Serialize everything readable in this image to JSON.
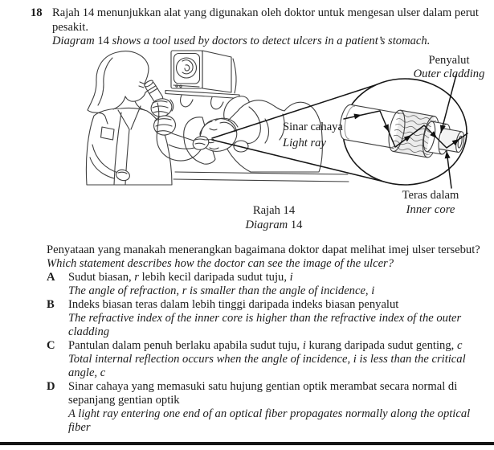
{
  "page": {
    "number": "18"
  },
  "intro": {
    "my": "Rajah 14 menunjukkan alat yang digunakan oleh doktor untuk mengesan ulser dalam perut pesakit.",
    "en_segments": [
      {
        "t": "Diagram",
        "em": true
      },
      {
        "t": " 14 "
      },
      {
        "t": "shows a tool used by doctors to detect ulcers in a patient’s stomach.",
        "em": true
      }
    ]
  },
  "diagram": {
    "labels": {
      "cladding_my": "Penyalut",
      "cladding_en": "Outer cladding",
      "ray_my": "Sinar cahaya",
      "ray_en": "Light ray",
      "core_my": "Teras dalam",
      "core_en": "Inner core"
    },
    "caption_my": "Rajah 14",
    "caption_en_segments": [
      {
        "t": "Diagram",
        "em": true
      },
      {
        "t": " 14"
      }
    ]
  },
  "question": {
    "my": "Penyataan yang manakah menerangkan bagaimana doktor dapat melihat imej ulser tersebut?",
    "en": "Which statement describes how the doctor can see the image of the ulcer?",
    "options": [
      {
        "letter": "A",
        "my_segments": [
          {
            "t": "Sudut biasan, "
          },
          {
            "t": "r",
            "em": true
          },
          {
            "t": " lebih kecil daripada sudut tuju, "
          },
          {
            "t": "i",
            "em": true
          }
        ],
        "en": "The angle of refraction, r is smaller than the angle of incidence, i"
      },
      {
        "letter": "B",
        "my_segments": [
          {
            "t": "Indeks biasan teras dalam lebih tinggi daripada indeks biasan penyalut"
          }
        ],
        "en": "The refractive index of the inner core is higher than the refractive index of the outer cladding"
      },
      {
        "letter": "C",
        "my_segments": [
          {
            "t": "Pantulan dalam penuh berlaku apabila sudut tuju, "
          },
          {
            "t": "i",
            "em": true
          },
          {
            "t": " kurang daripada sudut genting, "
          },
          {
            "t": "c",
            "em": true
          }
        ],
        "en": "Total internal reflection occurs when the angle of incidence, i is less than the critical angle, c"
      },
      {
        "letter": "D",
        "my_segments": [
          {
            "t": "Sinar cahaya yang memasuki satu hujung gentian optik merambat secara normal di sepanjang gentian optik"
          }
        ],
        "en": "A light ray entering one end of an optical fiber propagates normally along the optical fiber"
      }
    ]
  },
  "colors": {
    "ink": "#1c1c1c",
    "line_art": "#3f3f3f",
    "callout": "#161616"
  }
}
